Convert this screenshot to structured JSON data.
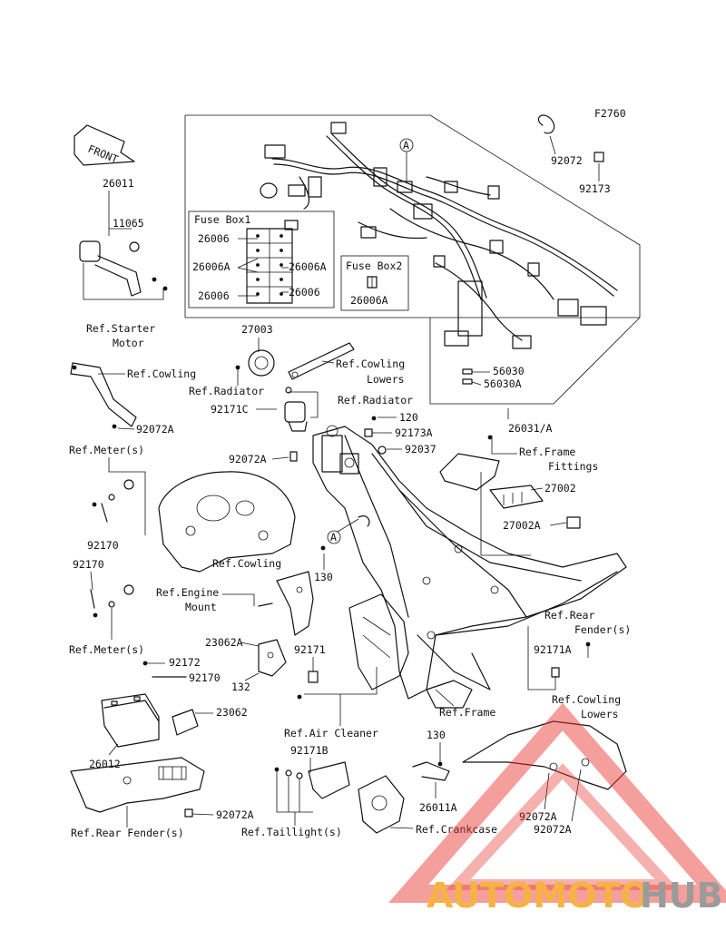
{
  "diagram_code": "F2760",
  "front_arrow": "FRONT",
  "fuse_box1": {
    "title": "Fuse Box1",
    "labels": [
      "26006",
      "26006A",
      "26006A",
      "26006",
      "26006"
    ]
  },
  "fuse_box2": {
    "title": "Fuse Box2",
    "label": "26006A"
  },
  "callout_a": "A",
  "labels": {
    "p26011": "26011",
    "p11065": "11065",
    "ref_starter": "Ref.Starter",
    "motor": "Motor",
    "p27003": "27003",
    "ref_cowling_lowers_1": "Ref.Cowling",
    "lowers_1": "Lowers",
    "ref_cowling_top": "Ref.Cowling",
    "ref_radiator_1": "Ref.Radiator",
    "ref_radiator_2": "Ref.Radiator",
    "p92171C": "92171C",
    "p92072A_1": "92072A",
    "p92072_top": "92072",
    "p92173_top": "92173",
    "p56030": "56030",
    "p56030A": "56030A",
    "p26031A": "26031/A",
    "p120": "120",
    "p92173A": "92173A",
    "p92037": "92037",
    "p92072A_2": "92072A",
    "ref_meter_1": "Ref.Meter(s)",
    "ref_frame_fittings": "Ref.Frame",
    "fittings": "Fittings",
    "p27002": "27002",
    "p27002A": "27002A",
    "p92170_1": "92170",
    "p92170_2": "92170",
    "ref_cowling_mid": "Ref.Cowling",
    "p130_1": "130",
    "ref_engine_mount": "Ref.Engine",
    "mount": "Mount",
    "ref_rear_fender_1": "Ref.Rear",
    "fender_s": "Fender(s)",
    "ref_meter_2": "Ref.Meter(s)",
    "p23062A": "23062A",
    "p92171": "92171",
    "p92171A": "92171A",
    "p92172": "92172",
    "p92170_3": "92170",
    "p132": "132",
    "ref_frame": "Ref.Frame",
    "p23062": "23062",
    "ref_cowling_lowers_2": "Ref.Cowling",
    "lowers_2": "Lowers",
    "ref_air_cleaner": "Ref.Air Cleaner",
    "p130_2": "130",
    "p26012": "26012",
    "p92171B": "92171B",
    "p26011A": "26011A",
    "p92072A_3": "92072A",
    "p92072A_4": "92072A",
    "p92072A_5": "92072A",
    "ref_rear_fender_2": "Ref.Rear Fender(s)",
    "ref_taillight": "Ref.Taillight(s)",
    "ref_crankcase": "Ref.Crankcase"
  },
  "watermark": {
    "part1": "AUTOMOTO",
    "part2": "HUB"
  },
  "colors": {
    "ink": "#111111",
    "wm_red": "#e8322b",
    "wm_orange": "#f5a623",
    "wm_gray": "#8a8a8a"
  }
}
